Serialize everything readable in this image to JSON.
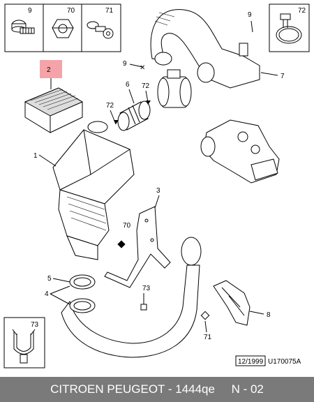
{
  "diagram": {
    "callouts": {
      "n1": "1",
      "n2": "2",
      "n3": "3",
      "n4": "4",
      "n5": "5",
      "n6": "6",
      "n7": "7",
      "n8": "8",
      "n9a": "9",
      "n9b": "9",
      "n70": "70",
      "n71": "71",
      "n72a": "72",
      "n72b": "72"
    },
    "inset_top": {
      "a": "9",
      "b": "70",
      "c": "71"
    },
    "inset_right": "72",
    "inset_bottom_left": "73",
    "extra_labels": {
      "l70": "70",
      "l73": "73",
      "l71": "71"
    },
    "date_code": "12/1999",
    "ref_code": "U170075A",
    "highlight_color": "#f4a3a8"
  },
  "caption": "CITROEN PEUGEOT - 1444qe     N - 02"
}
